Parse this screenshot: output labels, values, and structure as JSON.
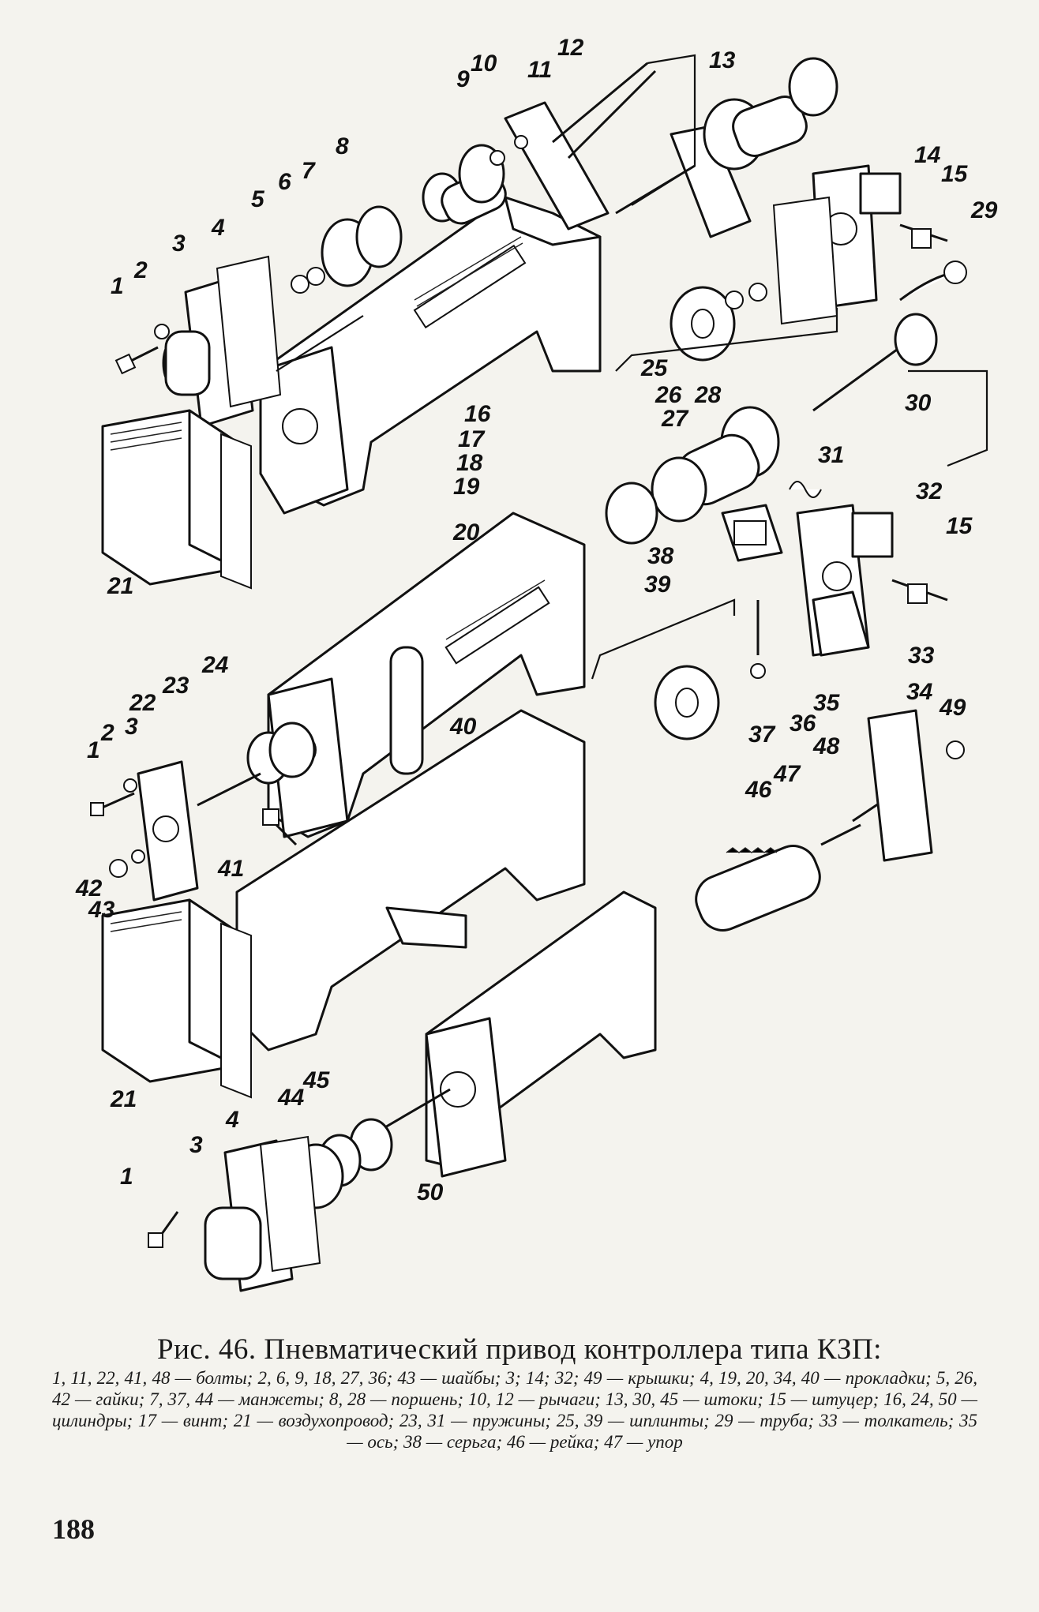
{
  "figure": {
    "title": "Рис. 46. Пневматический привод контроллера типа КЗП:",
    "legend": "1, 11, 22, 41, 48 — болты; 2, 6, 9, 18, 27, 36; 43 — шайбы; 3; 14; 32; 49 — крышки; 4, 19, 20, 34, 40 — прокладки; 5, 26, 42 — гайки; 7, 37, 44 — манжеты; 8, 28 — поршень; 10, 12 — рычаги; 13, 30, 45 — штоки; 15 — штуцер; 16, 24, 50 — цилиндры; 17 — винт; 21 — воздухопровод; 23, 31 — пружины; 25, 39 — шплинты; 29 — труба; 33 — толкатель; 35 — ось; 38 — серьга; 46 — рейка; 47 — упор",
    "callouts": [
      "1",
      "2",
      "3",
      "4",
      "5",
      "6",
      "7",
      "8",
      "9",
      "10",
      "11",
      "12",
      "13",
      "14",
      "15",
      "15",
      "16",
      "17",
      "18",
      "19",
      "20",
      "21",
      "21",
      "22",
      "23",
      "24",
      "25",
      "26",
      "27",
      "28",
      "29",
      "30",
      "31",
      "32",
      "33",
      "34",
      "35",
      "36",
      "37",
      "38",
      "39",
      "40",
      "41",
      "42",
      "43",
      "44",
      "45",
      "46",
      "47",
      "48",
      "49",
      "50",
      "1",
      "2",
      "3",
      "1",
      "3",
      "4"
    ]
  },
  "page": {
    "number": "188"
  }
}
